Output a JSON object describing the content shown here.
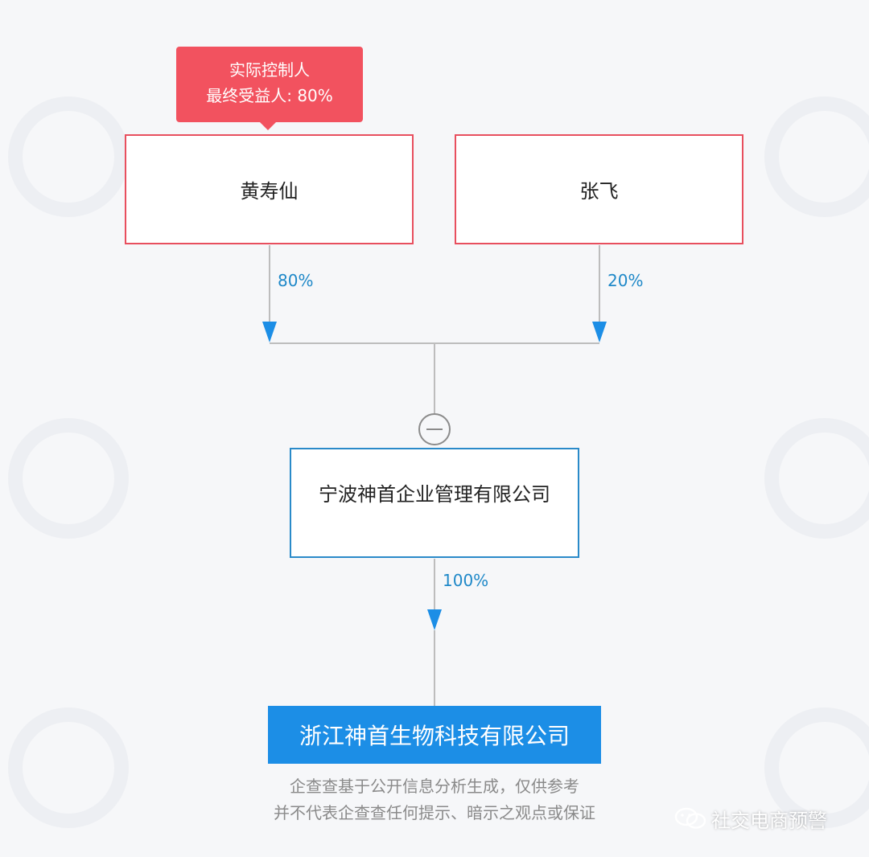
{
  "controller_tag": {
    "line1": "实际控制人",
    "line2": "最终受益人: 80%"
  },
  "shareholders": [
    {
      "name": "黄寿仙",
      "percent": "80%"
    },
    {
      "name": "张飞",
      "percent": "20%"
    }
  ],
  "holding_company": {
    "name": "宁波神首企业管理有限公司",
    "percent": "100%"
  },
  "target_company": {
    "name": "浙江神首生物科技有限公司"
  },
  "disclaimer": {
    "line1": "企查查基于公开信息分析生成，仅供参考",
    "line2": "并不代表企查查任何提示、暗示之观点或保证"
  },
  "brand": {
    "label": "社交电商预警",
    "icon": "wechat-icon"
  },
  "colors": {
    "controller": "#f2525f",
    "person_border": "#e84f5e",
    "company_border": "#2a8ac9",
    "arrow": "#1c8ee6",
    "target_bg": "#1c8ee6",
    "percent_text": "#1e88c8"
  }
}
